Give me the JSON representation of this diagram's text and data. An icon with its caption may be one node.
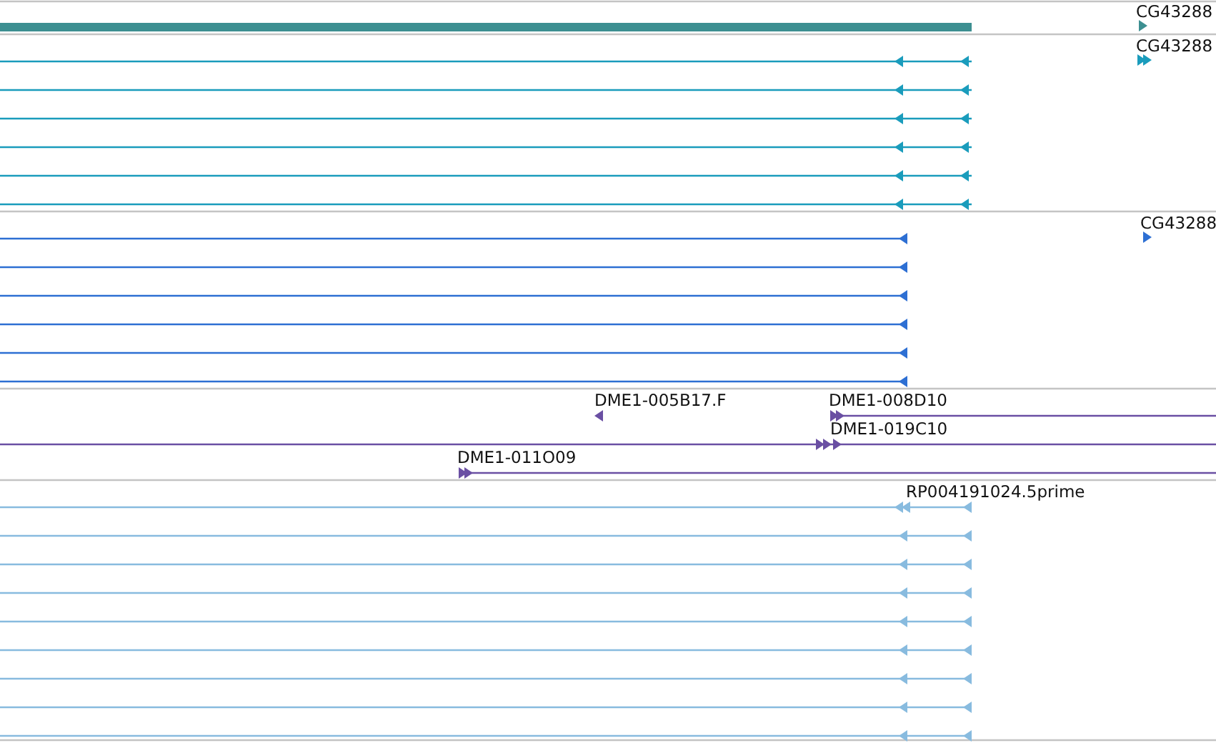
{
  "diagram": {
    "labels": [
      "CG43288",
      "CG43288",
      "CG43288",
      "DME1-005B17.F",
      "DME1-008D10",
      "DME1-019C10",
      "DME1-011O09",
      "RP004191024.5prime"
    ]
  }
}
